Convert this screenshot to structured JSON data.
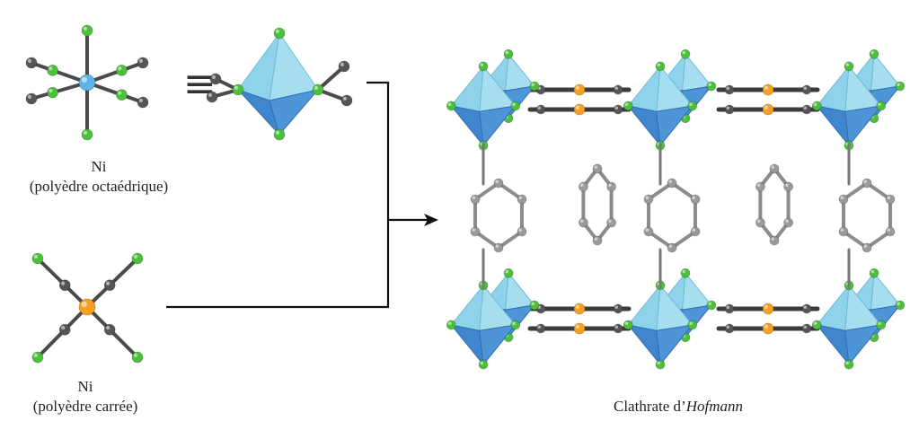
{
  "labels": {
    "oct_metal": "Ni",
    "oct_desc": "(polyèdre octaédrique)",
    "sq_metal": "Ni",
    "sq_desc": "(polyèdre carrée)",
    "product_prefix": "Clathrate d’",
    "product_name": "Hofmann",
    "equivalence": "≡"
  },
  "colors": {
    "nickel_octahedral": "#5bb6e8",
    "nickel_square": "#f5a020",
    "ligand_n": "#4cc03a",
    "ligand_c": "#555555",
    "guest_c": "#9a9a9a",
    "octahedron_light": "#8fd3ea",
    "octahedron_dark": "#3f86cf",
    "bond": "#4a4a4a",
    "arrow": "#111111"
  },
  "icons": [
    "octahedral-complex-icon",
    "octahedron-polyhedron-icon",
    "square-planar-complex-icon",
    "reaction-arrow-icon",
    "hofmann-clathrate-structure-icon"
  ]
}
